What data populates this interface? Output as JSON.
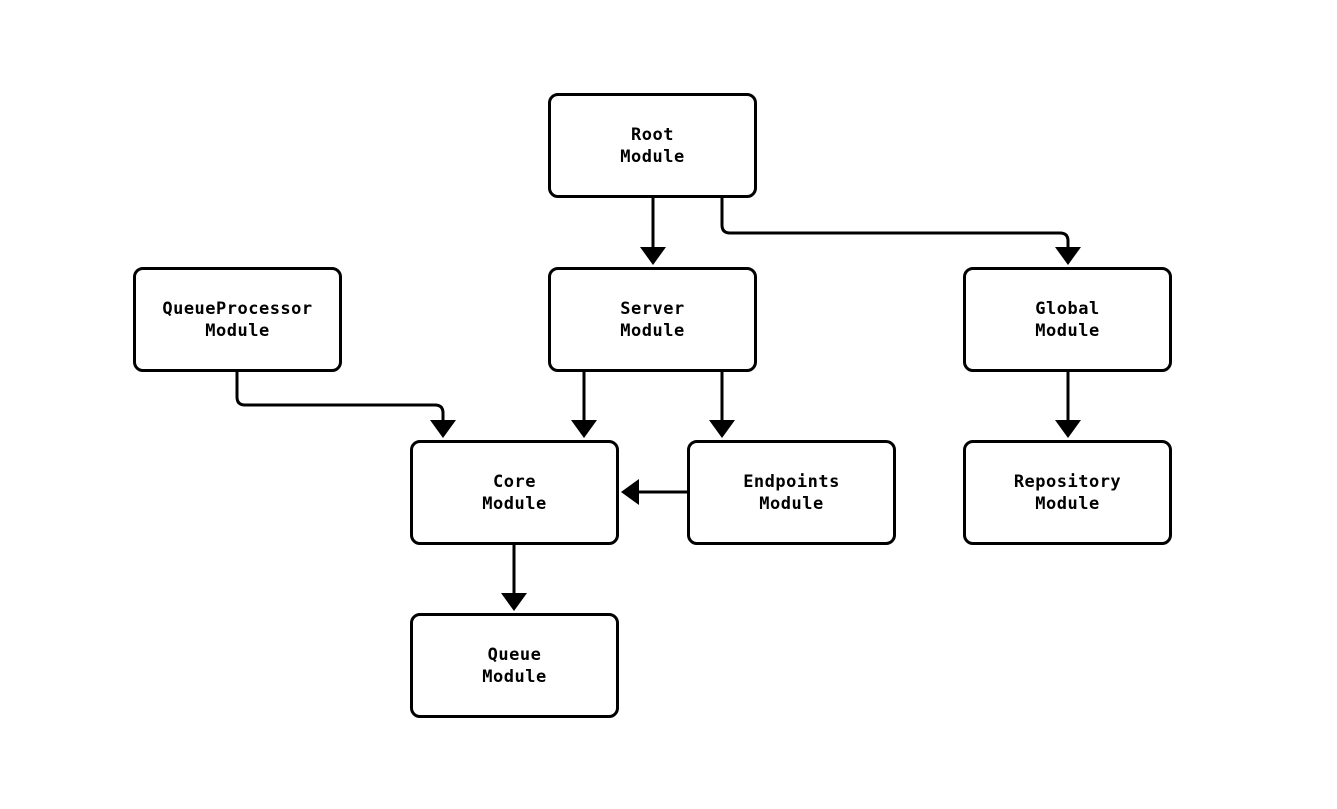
{
  "diagram": {
    "title": "module-dependency-diagram",
    "nodes": {
      "root": {
        "label": "Root\nModule"
      },
      "queue_processor": {
        "label": "QueueProcessor\nModule"
      },
      "server": {
        "label": "Server\nModule"
      },
      "global": {
        "label": "Global\nModule"
      },
      "core": {
        "label": "Core\nModule"
      },
      "endpoints": {
        "label": "Endpoints\nModule"
      },
      "repository": {
        "label": "Repository\nModule"
      },
      "queue": {
        "label": "Queue\nModule"
      }
    },
    "edges": [
      {
        "from": "Root Module",
        "to": "Server Module"
      },
      {
        "from": "Root Module",
        "to": "Global Module"
      },
      {
        "from": "QueueProcessor Module",
        "to": "Core Module"
      },
      {
        "from": "Server Module",
        "to": "Core Module"
      },
      {
        "from": "Server Module",
        "to": "Endpoints Module"
      },
      {
        "from": "Endpoints Module",
        "to": "Core Module"
      },
      {
        "from": "Global Module",
        "to": "Repository Module"
      },
      {
        "from": "Core Module",
        "to": "Queue Module"
      }
    ],
    "colors": {
      "stroke": "#000000",
      "node_fill": "#ffffff",
      "background": "#ffffff",
      "text": "#000000"
    }
  }
}
